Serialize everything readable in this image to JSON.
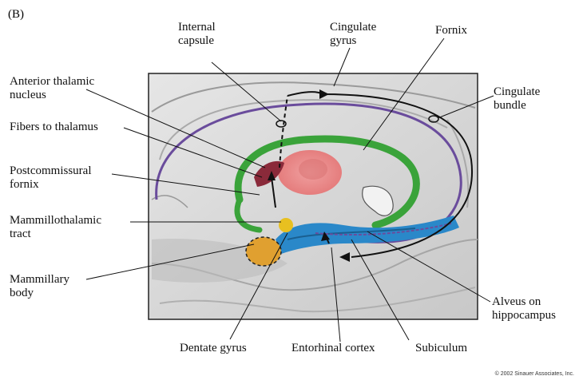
{
  "panel_label": "(B)",
  "labels": {
    "internal_capsule": [
      "Internal",
      "capsule"
    ],
    "cingulate_gyrus": [
      "Cingulate",
      "gyrus"
    ],
    "fornix": [
      "Fornix"
    ],
    "cingulate_bundle": [
      "Cingulate",
      "bundle"
    ],
    "anterior_thalamic_nucleus": [
      "Anterior thalamic",
      "nucleus"
    ],
    "fibers_to_thalamus": [
      "Fibers to thalamus"
    ],
    "postcommissural_fornix": [
      "Postcommissural",
      "fornix"
    ],
    "mammillothalamic_tract": [
      "Mammillothalamic",
      "tract"
    ],
    "mammillary_body": [
      "Mammillary",
      "body"
    ],
    "alveus_on_hippocampus": [
      "Alveus on",
      "hippocampus"
    ],
    "dentate_gyrus": [
      "Dentate gyrus"
    ],
    "entorhinal_cortex": [
      "Entorhinal cortex"
    ],
    "subiculum": [
      "Subiculum"
    ]
  },
  "copyright": "© 2002 Sinauer Associates, Inc.",
  "colors": {
    "fornix_green": "#3aa33a",
    "hippocampus_blue": "#2a88c9",
    "cingulum_purple": "#6a4c9c",
    "thalamus_pink": "#e98c8c",
    "mammillary_orange": "#e0a030",
    "brain_gray": "#d9d9d9"
  }
}
